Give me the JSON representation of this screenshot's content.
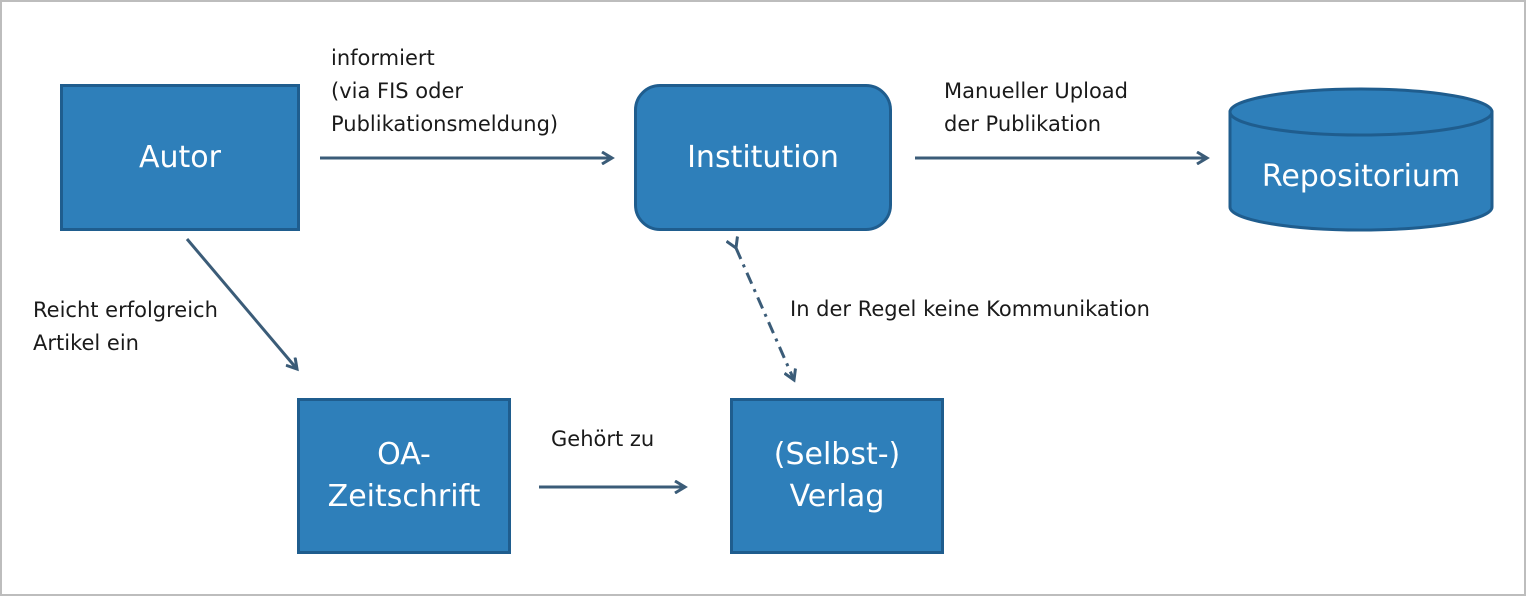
{
  "nodes": {
    "autor": "Autor",
    "institution": "Institution",
    "repositorium": "Repositorium",
    "oa_zeitschrift": "OA-\nZeitschrift",
    "verlag": "(Selbst-)\nVerlag"
  },
  "edges": {
    "informiert": "informiert\n(via FIS oder\nPublikationsmeldung)",
    "manueller_upload": "Manueller Upload\nder Publikation",
    "reicht_ein": "Reicht erfolgreich\nArtikel ein",
    "keine_kommunikation": "In der Regel keine Kommunikation",
    "gehoert_zu": "Gehört zu"
  },
  "colors": {
    "node_fill": "#2e7fba",
    "node_border": "#1f5d8e",
    "arrow": "#3b5c78"
  }
}
